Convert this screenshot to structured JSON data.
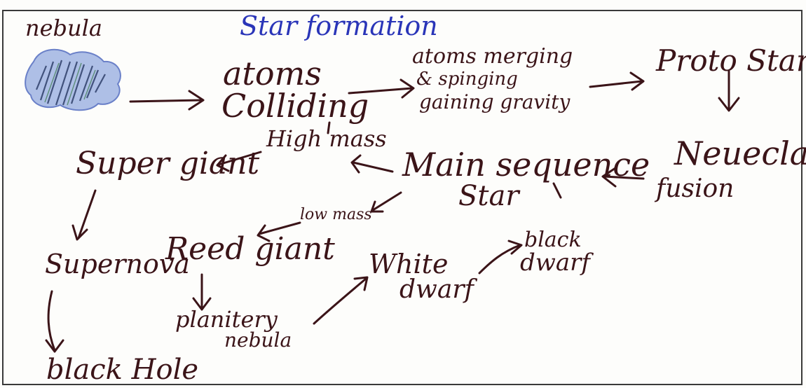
{
  "diagram": {
    "title": "Star formation",
    "nodes": {
      "nebula": "nebula",
      "atoms_colliding_1": "atoms",
      "atoms_colliding_2": "Colliding",
      "atoms_merging_1": "atoms merging",
      "atoms_merging_2": "& spinging",
      "atoms_merging_3": "gaining gravity",
      "proto_star": "Proto Star",
      "nuclear_fusion_1": "Neuecla",
      "nuclear_fusion_2": "fusion",
      "main_sequence_1": "Main sequence",
      "main_sequence_2": "Star",
      "high_mass": "High mass",
      "super_giant": "Super giant",
      "low_mass": "low mass",
      "supernova": "Supernova",
      "red_giant": "Reed giant",
      "planetary_nebula_1": "planitery",
      "planetary_nebula_2": "nebula",
      "white_dwarf_1": "White",
      "white_dwarf_2": "dwarf",
      "black_dwarf_1": "black",
      "black_dwarf_2": "dwarf",
      "black_hole": "black Hole"
    },
    "colors": {
      "ink": "#3b1418",
      "title_ink": "#2a35b8",
      "nebula_fill": "#9fb4e0"
    }
  }
}
